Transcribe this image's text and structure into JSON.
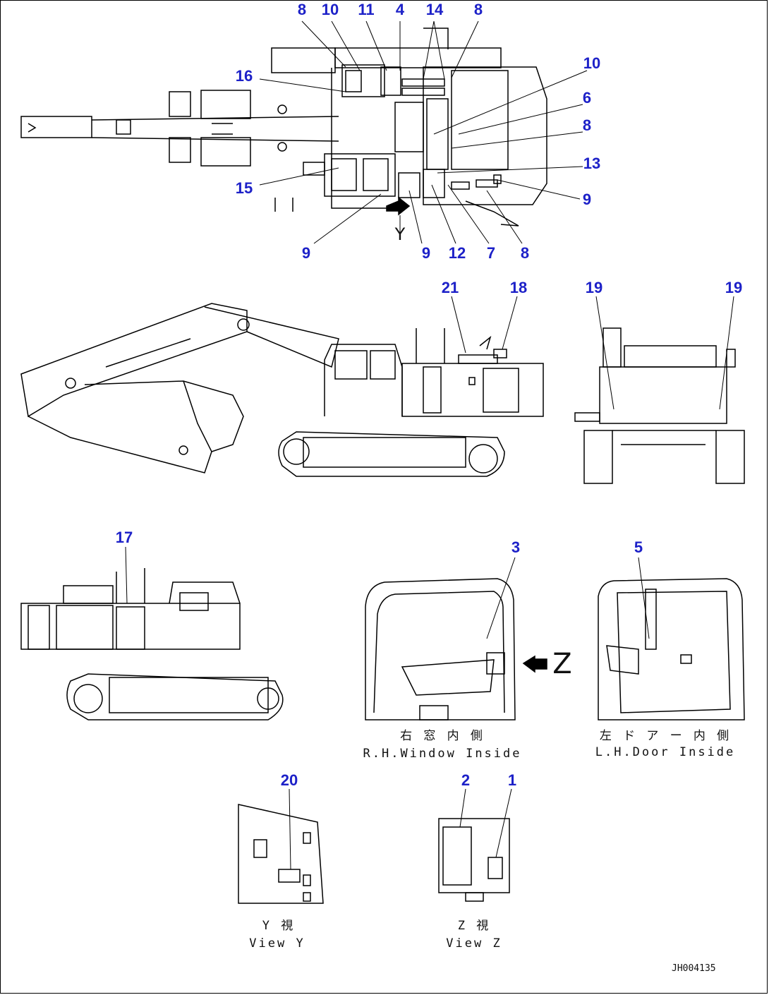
{
  "callouts": [
    {
      "label": "8"
    },
    {
      "label": "10"
    },
    {
      "label": "11"
    },
    {
      "label": "4"
    },
    {
      "label": "14"
    },
    {
      "label": "8"
    },
    {
      "label": "10"
    },
    {
      "label": "16"
    },
    {
      "label": "6"
    },
    {
      "label": "8"
    },
    {
      "label": "13"
    },
    {
      "label": "15"
    },
    {
      "label": "9"
    },
    {
      "label": "9"
    },
    {
      "label": "9"
    },
    {
      "label": "12"
    },
    {
      "label": "7"
    },
    {
      "label": "8"
    },
    {
      "label": "21"
    },
    {
      "label": "18"
    },
    {
      "label": "19"
    },
    {
      "label": "19"
    },
    {
      "label": "17"
    },
    {
      "label": "3"
    },
    {
      "label": "5"
    },
    {
      "label": "20"
    },
    {
      "label": "2"
    },
    {
      "label": "1"
    }
  ],
  "captions": {
    "rh_window_jp": "右 窓 内 側",
    "rh_window_en": "R.H.Window Inside",
    "lh_door_jp": "左 ド ア ー 内 側",
    "lh_door_en": "L.H.Door Inside",
    "view_y_jp": "Y 視",
    "view_y_en": "View Y",
    "view_z_jp": "Z 視",
    "view_z_en": "View Z"
  },
  "view_markers": {
    "y_letter": "Y",
    "z_letter": "Z"
  },
  "drawing_ref": "JH004135",
  "colors": {
    "callout": "#1d21c8",
    "line": "#000000"
  }
}
